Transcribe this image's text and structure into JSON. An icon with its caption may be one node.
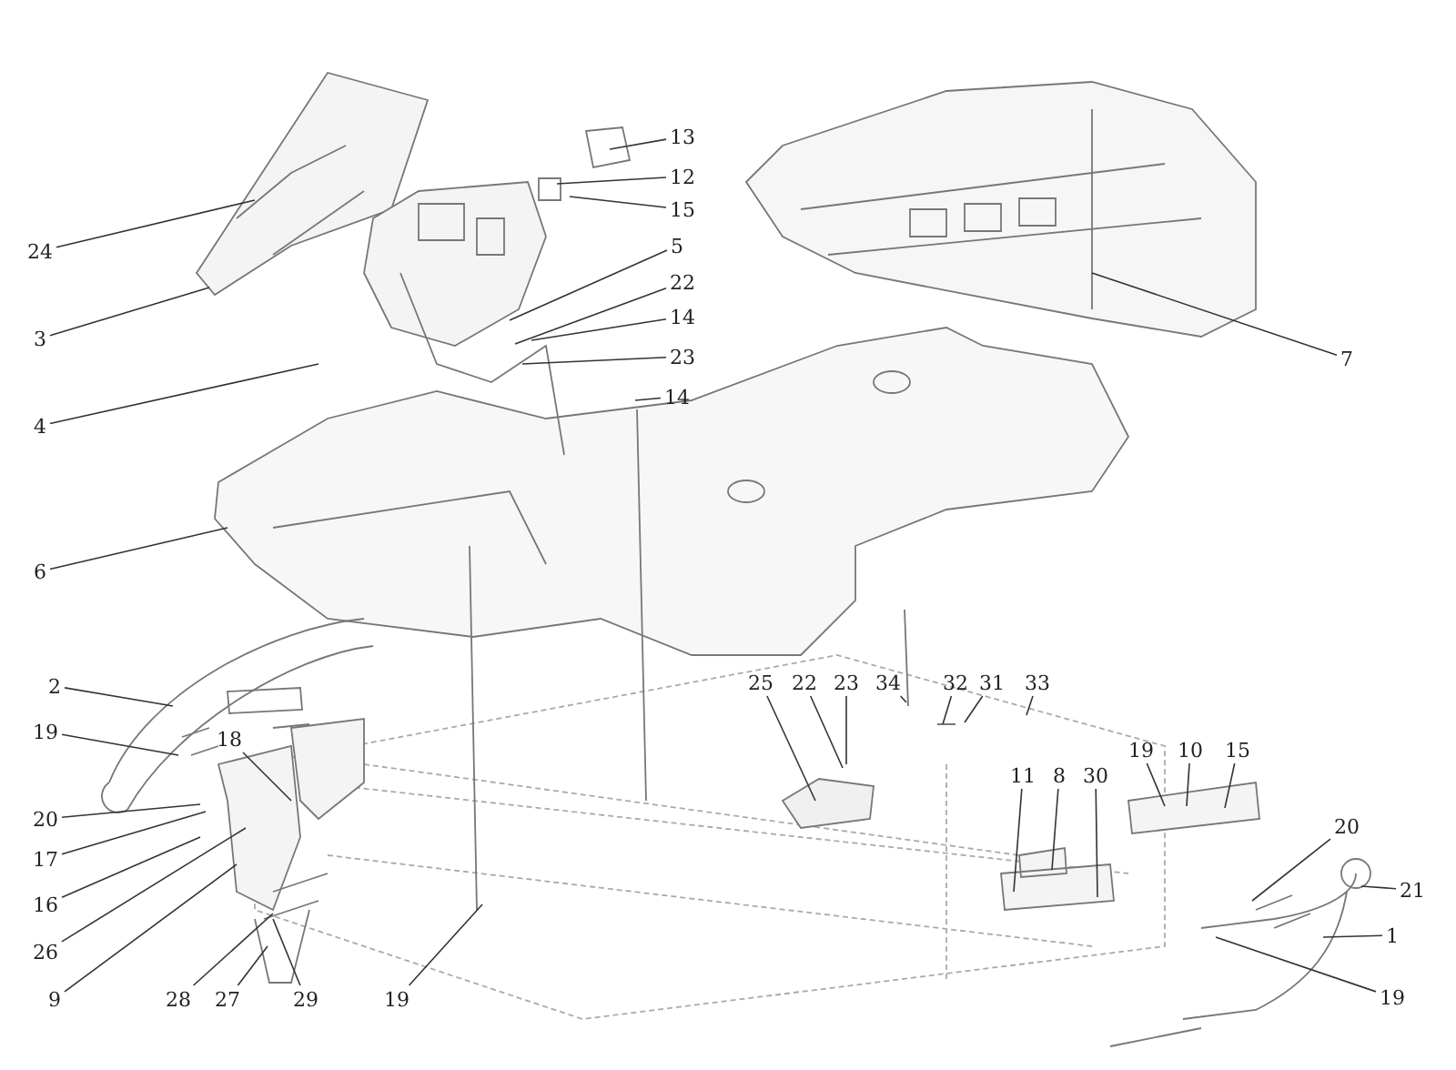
{
  "diagram": {
    "nodes": [
      {
        "text": [
          "13"
        ]
      },
      {
        "text": [
          "12"
        ]
      },
      {
        "text": [
          "15"
        ]
      },
      {
        "text": [
          "24"
        ]
      },
      {
        "text": [
          "5"
        ]
      },
      {
        "text": [
          "22"
        ]
      },
      {
        "text": [
          "14"
        ]
      },
      {
        "text": [
          "23"
        ]
      },
      {
        "text": [
          "3"
        ]
      },
      {
        "text": [
          "7"
        ]
      },
      {
        "text": [
          "14"
        ]
      },
      {
        "text": [
          "4"
        ]
      },
      {
        "text": [
          "6"
        ]
      },
      {
        "text": [
          "2"
        ]
      },
      {
        "text": [
          "25"
        ]
      },
      {
        "text": [
          "22"
        ]
      },
      {
        "text": [
          "23"
        ]
      },
      {
        "text": [
          "34"
        ]
      },
      {
        "text": [
          "32"
        ]
      },
      {
        "text": [
          "31"
        ]
      },
      {
        "text": [
          "33"
        ]
      },
      {
        "text": [
          "11"
        ]
      },
      {
        "text": [
          "8"
        ]
      },
      {
        "text": [
          "30"
        ]
      },
      {
        "text": [
          "19"
        ]
      },
      {
        "text": [
          "10"
        ]
      },
      {
        "text": [
          "15"
        ]
      },
      {
        "text": [
          "18"
        ]
      },
      {
        "text": [
          "19"
        ]
      },
      {
        "text": [
          "20"
        ]
      },
      {
        "text": [
          "17"
        ]
      },
      {
        "text": [
          "20"
        ]
      },
      {
        "text": [
          "16"
        ]
      },
      {
        "text": [
          "21"
        ]
      },
      {
        "text": [
          "1"
        ]
      },
      {
        "text": [
          "26"
        ]
      },
      {
        "text": [
          "19"
        ]
      },
      {
        "text": [
          "9"
        ]
      },
      {
        "text": [
          "28"
        ]
      },
      {
        "text": [
          "27"
        ]
      },
      {
        "text": [
          "29"
        ]
      },
      {
        "text": [
          "19"
        ]
      }
    ],
    "edges": [
      {
        "from": 0,
        "to": null,
        "arrow": "none"
      },
      {
        "from": 1,
        "to": null,
        "arrow": "none"
      },
      {
        "from": 2,
        "to": null,
        "arrow": "none"
      },
      {
        "from": 3,
        "to": null,
        "arrow": "none"
      },
      {
        "from": 4,
        "to": null,
        "arrow": "none"
      },
      {
        "from": 5,
        "to": null,
        "arrow": "none"
      },
      {
        "from": 6,
        "to": null,
        "arrow": "none"
      },
      {
        "from": 7,
        "to": null,
        "arrow": "none"
      },
      {
        "from": 8,
        "to": null,
        "arrow": "none"
      },
      {
        "from": 9,
        "to": null,
        "arrow": "none"
      },
      {
        "from": 10,
        "to": null,
        "arrow": "none"
      },
      {
        "from": 11,
        "to": null,
        "arrow": "none"
      },
      {
        "from": 12,
        "to": null,
        "arrow": "none"
      },
      {
        "from": 13,
        "to": null,
        "arrow": "none"
      },
      {
        "from": 14,
        "to": null,
        "arrow": "none"
      },
      {
        "from": 15,
        "to": null,
        "arrow": "none"
      },
      {
        "from": 16,
        "to": null,
        "arrow": "none"
      },
      {
        "from": 17,
        "to": null,
        "arrow": "none"
      },
      {
        "from": 18,
        "to": null,
        "arrow": "none"
      },
      {
        "from": 19,
        "to": null,
        "arrow": "none"
      },
      {
        "from": 20,
        "to": null,
        "arrow": "none"
      },
      {
        "from": 21,
        "to": null,
        "arrow": "none"
      },
      {
        "from": 22,
        "to": null,
        "arrow": "none"
      },
      {
        "from": 23,
        "to": null,
        "arrow": "none"
      },
      {
        "from": 24,
        "to": null,
        "arrow": "none"
      },
      {
        "from": 25,
        "to": null,
        "arrow": "none"
      },
      {
        "from": 26,
        "to": null,
        "arrow": "none"
      },
      {
        "from": 27,
        "to": null,
        "arrow": "none"
      },
      {
        "from": 28,
        "to": null,
        "arrow": "none"
      },
      {
        "from": 29,
        "to": null,
        "arrow": "none"
      },
      {
        "from": 30,
        "to": null,
        "arrow": "none"
      },
      {
        "from": 31,
        "to": null,
        "arrow": "none"
      },
      {
        "from": 32,
        "to": null,
        "arrow": "none"
      },
      {
        "from": 33,
        "to": null,
        "arrow": "none"
      },
      {
        "from": 34,
        "to": null,
        "arrow": "none"
      },
      {
        "from": 35,
        "to": null,
        "arrow": "none"
      },
      {
        "from": 36,
        "to": null,
        "arrow": "none"
      },
      {
        "from": 37,
        "to": null,
        "arrow": "none"
      },
      {
        "from": 38,
        "to": null,
        "arrow": "none"
      },
      {
        "from": 39,
        "to": null,
        "arrow": "none"
      },
      {
        "from": 40,
        "to": null,
        "arrow": "none"
      },
      {
        "from": 41,
        "to": null,
        "arrow": "none"
      }
    ]
  }
}
